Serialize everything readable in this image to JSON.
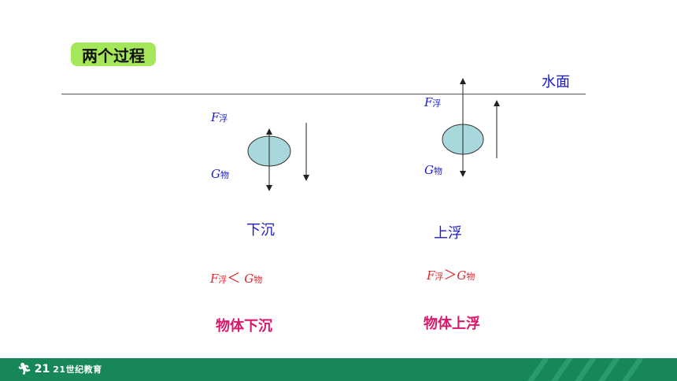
{
  "header": {
    "title": "两个过程"
  },
  "surface": {
    "label": "水面"
  },
  "left": {
    "f_main": "F",
    "f_sub": "浮",
    "g_main": "G",
    "g_sub": "物",
    "state": "下沉",
    "cond": {
      "f_main": "F",
      "f_sub": "浮",
      "op": "＜",
      "g_main": "G",
      "g_sub": "物"
    },
    "result": "物体下沉"
  },
  "right": {
    "f_main": "F",
    "f_sub": "浮",
    "g_main": "G",
    "g_sub": "物",
    "state": "上浮",
    "cond": {
      "f_main": "F",
      "f_sub": "浮",
      "op": "＞",
      "g_main": "G",
      "g_sub": "物"
    },
    "result": "物体上浮"
  },
  "footer": {
    "logo_mark": "21",
    "logo_text": "21世纪教育"
  },
  "colors": {
    "badge": "#a5e75a",
    "force_text": "#1a1acc",
    "condition_text": "#e0242b",
    "result_text": "#d6196a",
    "object_fill": "#a9d8dc",
    "footer": "#17875a"
  }
}
